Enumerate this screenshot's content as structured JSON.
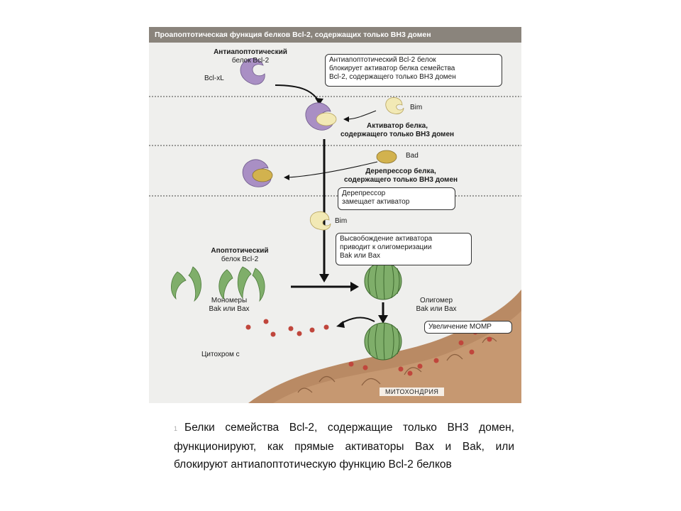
{
  "figure": {
    "title": "Проапоптотическая функция белков Bcl-2, содержащих только ВН3 домен",
    "anti_apoptotic_label": [
      "Антиапоптотический",
      "белок Bcl-2"
    ],
    "bclxl_label": "Bcl-xL",
    "box1": [
      "Антиапоптотический Bcl-2 белок",
      "блокирует активатор белка семейства",
      "Bcl-2, содержащего только ВН3 домен"
    ],
    "bim_label_top": "Bim",
    "activator_label": [
      "Активатор белка,",
      "содержащего только ВН3 домен"
    ],
    "bad_label": "Bad",
    "derepressor_label": [
      "Дерепрессор белка,",
      "содержащего только ВН3 домен"
    ],
    "box2": [
      "Дерепрессор",
      "замещает активатор"
    ],
    "bim_label_mid": "Bim",
    "box3": [
      "Высвобождение активатора",
      "приводит к олигомеризации",
      "Bak или Bax"
    ],
    "apoptotic_label": [
      "Апоптотический",
      "белок Bcl-2"
    ],
    "monomers_label": [
      "Мономеры",
      "Bak или Bax"
    ],
    "oligomer_label": [
      "Олигомер",
      "Bak или Bax"
    ],
    "momp_label": "Увеличение МОМР",
    "cytochrome_label": "Цитохром с",
    "mitochondria_label": "МИТОХОНДРИЯ"
  },
  "caption": {
    "prefix": "1",
    "text": "Белки семейства Bcl-2, содержащие только ВН3 домен, функционируют, как прямые активаторы Bax и Bak, или блокируют антиапоптотическую функцию Bcl-2 белков"
  },
  "colors": {
    "purple": "#a98fc4",
    "cream": "#f2e9b5",
    "tan": "#d2b24e",
    "green": "#7fae6a",
    "mito": "#b98a64",
    "dots": "#c0463c"
  }
}
